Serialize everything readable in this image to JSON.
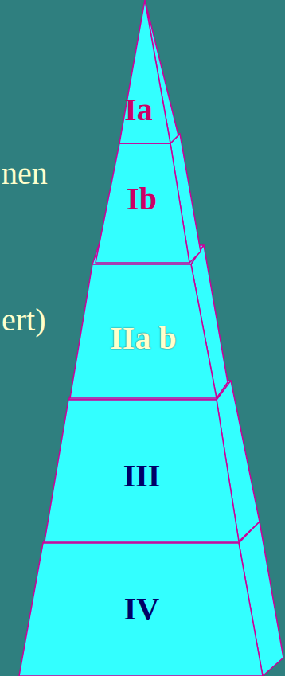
{
  "diagram": {
    "nodes": [
      {
        "text": [
          "Ia"
        ]
      },
      {
        "text": [
          "Ib"
        ]
      },
      {
        "text": [
          "IIa b"
        ]
      },
      {
        "text": [
          "III"
        ]
      },
      {
        "text": [
          "IV"
        ]
      }
    ],
    "labels": [
      "nen",
      "ert)"
    ]
  }
}
